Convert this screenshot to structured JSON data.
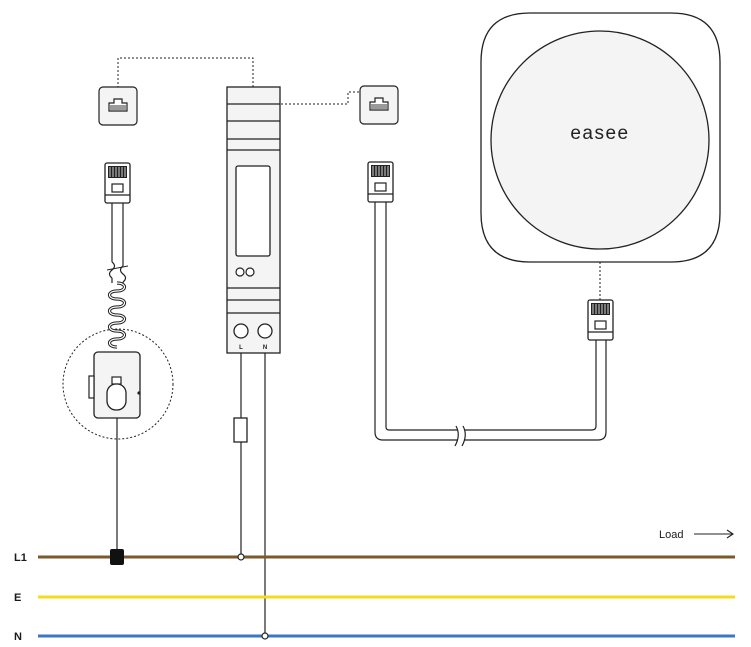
{
  "brand": {
    "logo_text": "easee"
  },
  "bus_lines": [
    {
      "id": "L1",
      "label": "L1",
      "color": "#7a5a2c"
    },
    {
      "id": "E",
      "label": "E",
      "color": "#f2dd1c"
    },
    {
      "id": "N",
      "label": "N",
      "color": "#3d74c4"
    }
  ],
  "load": {
    "label": "Load"
  },
  "meter": {
    "terminal_left": "L",
    "terminal_right": "N"
  },
  "colors": {
    "stroke": "#222222",
    "device_fill": "#f4f4f4",
    "screen_fill": "#ffffff"
  }
}
